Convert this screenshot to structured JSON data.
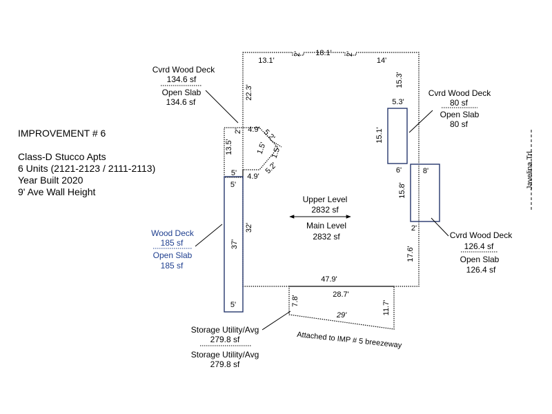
{
  "info": {
    "title": "IMPROVEMENT # 6",
    "line1": "Class-D Stucco Apts",
    "line2": "6 Units (2121-2123 / 2111-2113)",
    "line3": "Year Built 2020",
    "line4": "9' Ave Wall Height"
  },
  "road": "Javelina Trl",
  "main": {
    "upper_label": "Upper Level",
    "upper_area": "2832 sf",
    "main_label": "Main Level",
    "main_area": "2832 sf"
  },
  "deck_left_top": {
    "label": "Cvrd Wood Deck",
    "area": "134.6 sf",
    "label2": "Open Slab",
    "area2": "134.6 sf"
  },
  "deck_right_top": {
    "label": "Cvrd Wood Deck",
    "area": "80 sf",
    "label2": "Open Slab",
    "area2": "80 sf"
  },
  "deck_right_bottom": {
    "label": "Cvrd Wood Deck",
    "area": "126.4 sf",
    "label2": "Open Slab",
    "area2": "126.4 sf"
  },
  "wood_deck": {
    "label": "Wood Deck",
    "area": "185 sf",
    "label2": "Open Slab",
    "area2": "185 sf"
  },
  "storage": {
    "label": "Storage Utility/Avg",
    "area": "279.8 sf",
    "label2": "Storage Utility/Avg",
    "area2": "279.8 sf"
  },
  "attached_note": "Attached to IMP # 5 breezeway",
  "dims": {
    "top_left": "13.1'",
    "top_notch_left": "2'",
    "top_mid": "18.1'",
    "top_notch_right": "2'",
    "top_right": "14'",
    "right_upper": "15.3'",
    "right_deck_top": "5.3'",
    "right_deck_side": "15.1'",
    "right_gap": "6'",
    "right_bottom_deck_top": "8'",
    "right_mid": "15.8'",
    "right_small": "2'",
    "right_lower": "17.6'",
    "bottom": "47.9'",
    "left_upper": "22.3'",
    "notch_small": "2'",
    "notch_top": "4.9'",
    "diag1": "5.2'",
    "diag_small": "1.5'",
    "diag_small2": "1.5'",
    "diag2": "5.2'",
    "notch_bottom": "4.9'",
    "left_deck_side": "13.5'",
    "left_deck_bottom": "5'",
    "wood_deck_top": "5'",
    "wood_deck_side": "37'",
    "main_left_lower": "32'",
    "wood_deck_bottom": "5'",
    "storage_top": "28.7'",
    "storage_left": "7.8'",
    "storage_right": "11.7'",
    "storage_bottom": "29'"
  }
}
